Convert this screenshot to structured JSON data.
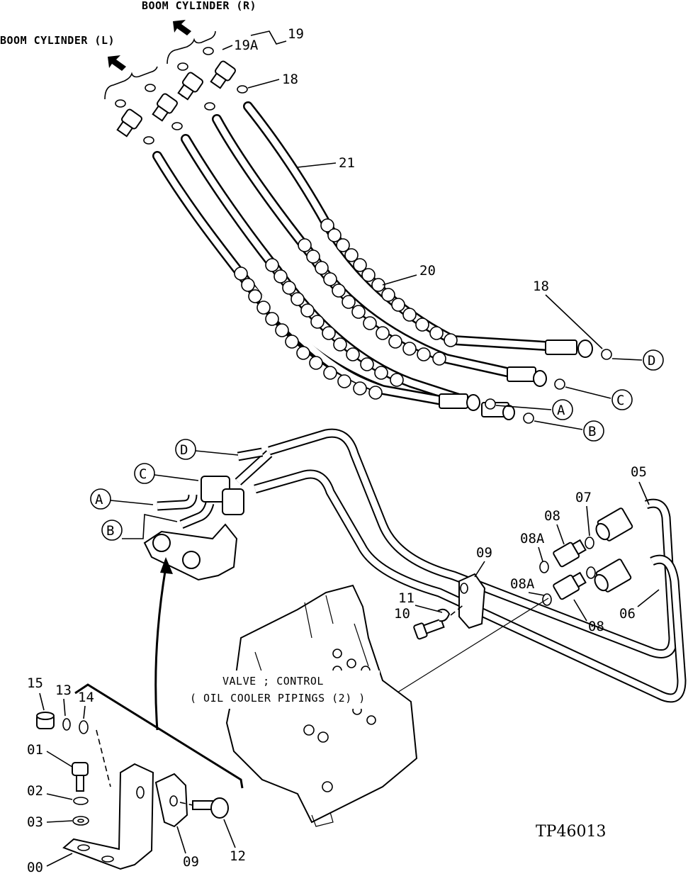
{
  "captions": {
    "boom_cylinder_right": "BOOM CYLINDER (R)",
    "boom_cylinder_left": "BOOM CYLINDER (L)",
    "valve_control": "VALVE ; CONTROL",
    "oil_cooler_pipings": "( OIL COOLER PIPINGS (2) )",
    "figure_id": "TP46013"
  },
  "parts": {
    "p19": "19",
    "p19a": "19A",
    "p18_top": "18",
    "p21": "21",
    "p20": "20",
    "p18_right": "18",
    "p05": "05",
    "p07": "07",
    "p08_upper": "08",
    "p08a_upper": "08A",
    "p09_main": "09",
    "p08a_lower": "08A",
    "p11": "11",
    "p10": "10",
    "p08_lower": "08",
    "p06": "06",
    "p15": "15",
    "p13": "13",
    "p14": "14",
    "p01": "01",
    "p02": "02",
    "p03": "03",
    "p00": "00",
    "p09_bottom": "09",
    "p12": "12"
  },
  "connectors": {
    "a_right": "A",
    "b_right": "B",
    "c_right": "C",
    "d_right": "D",
    "a_left": "A",
    "b_left": "B",
    "c_left": "C",
    "d_left": "D"
  }
}
